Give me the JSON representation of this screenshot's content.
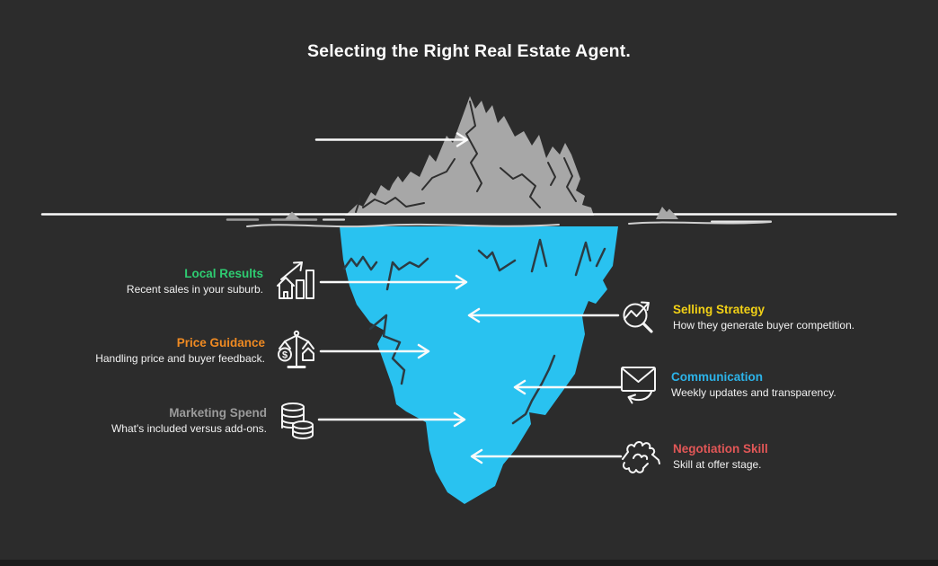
{
  "title": "Selecting the Right Real Estate Agent.",
  "palette": {
    "background": "#2c2c2c",
    "iceberg_above_water": "#a7a7a7",
    "iceberg_below_water": "#29c2f0",
    "waterline": "#fafafa",
    "title_text": "#fbfbfb",
    "body_text": "#f1f1f1",
    "green": "#2ecc71",
    "orange": "#ef8a22",
    "gray": "#9b9b9b",
    "yellow": "#f2d116",
    "blue": "#2cb3e8",
    "red": "#e25757"
  },
  "callouts": {
    "left": [
      {
        "label": "Local Results",
        "desc": "Recent sales in your suburb.",
        "color": "#2ecc71",
        "icon": "house-growth-chart-icon"
      },
      {
        "label": "Price Guidance",
        "desc": "Handling price and buyer feedback.",
        "color": "#ef8a22",
        "icon": "balance-scale-icon"
      },
      {
        "label": "Marketing Spend",
        "desc": "What's included versus add-ons.",
        "color": "#9b9b9b",
        "icon": "coin-stacks-icon"
      }
    ],
    "right": [
      {
        "label": "Selling Strategy",
        "desc": "How they generate buyer competition.",
        "color": "#f2d116",
        "icon": "magnifier-trend-icon"
      },
      {
        "label": "Communication",
        "desc": "Weekly updates and transparency.",
        "color": "#2cb3e8",
        "icon": "envelope-reply-icon"
      },
      {
        "label": "Negotiation Skill",
        "desc": "Skill at offer stage.",
        "color": "#e25757",
        "icon": "handshake-icon"
      }
    ],
    "scale_icon_currency_symbol": "$"
  }
}
